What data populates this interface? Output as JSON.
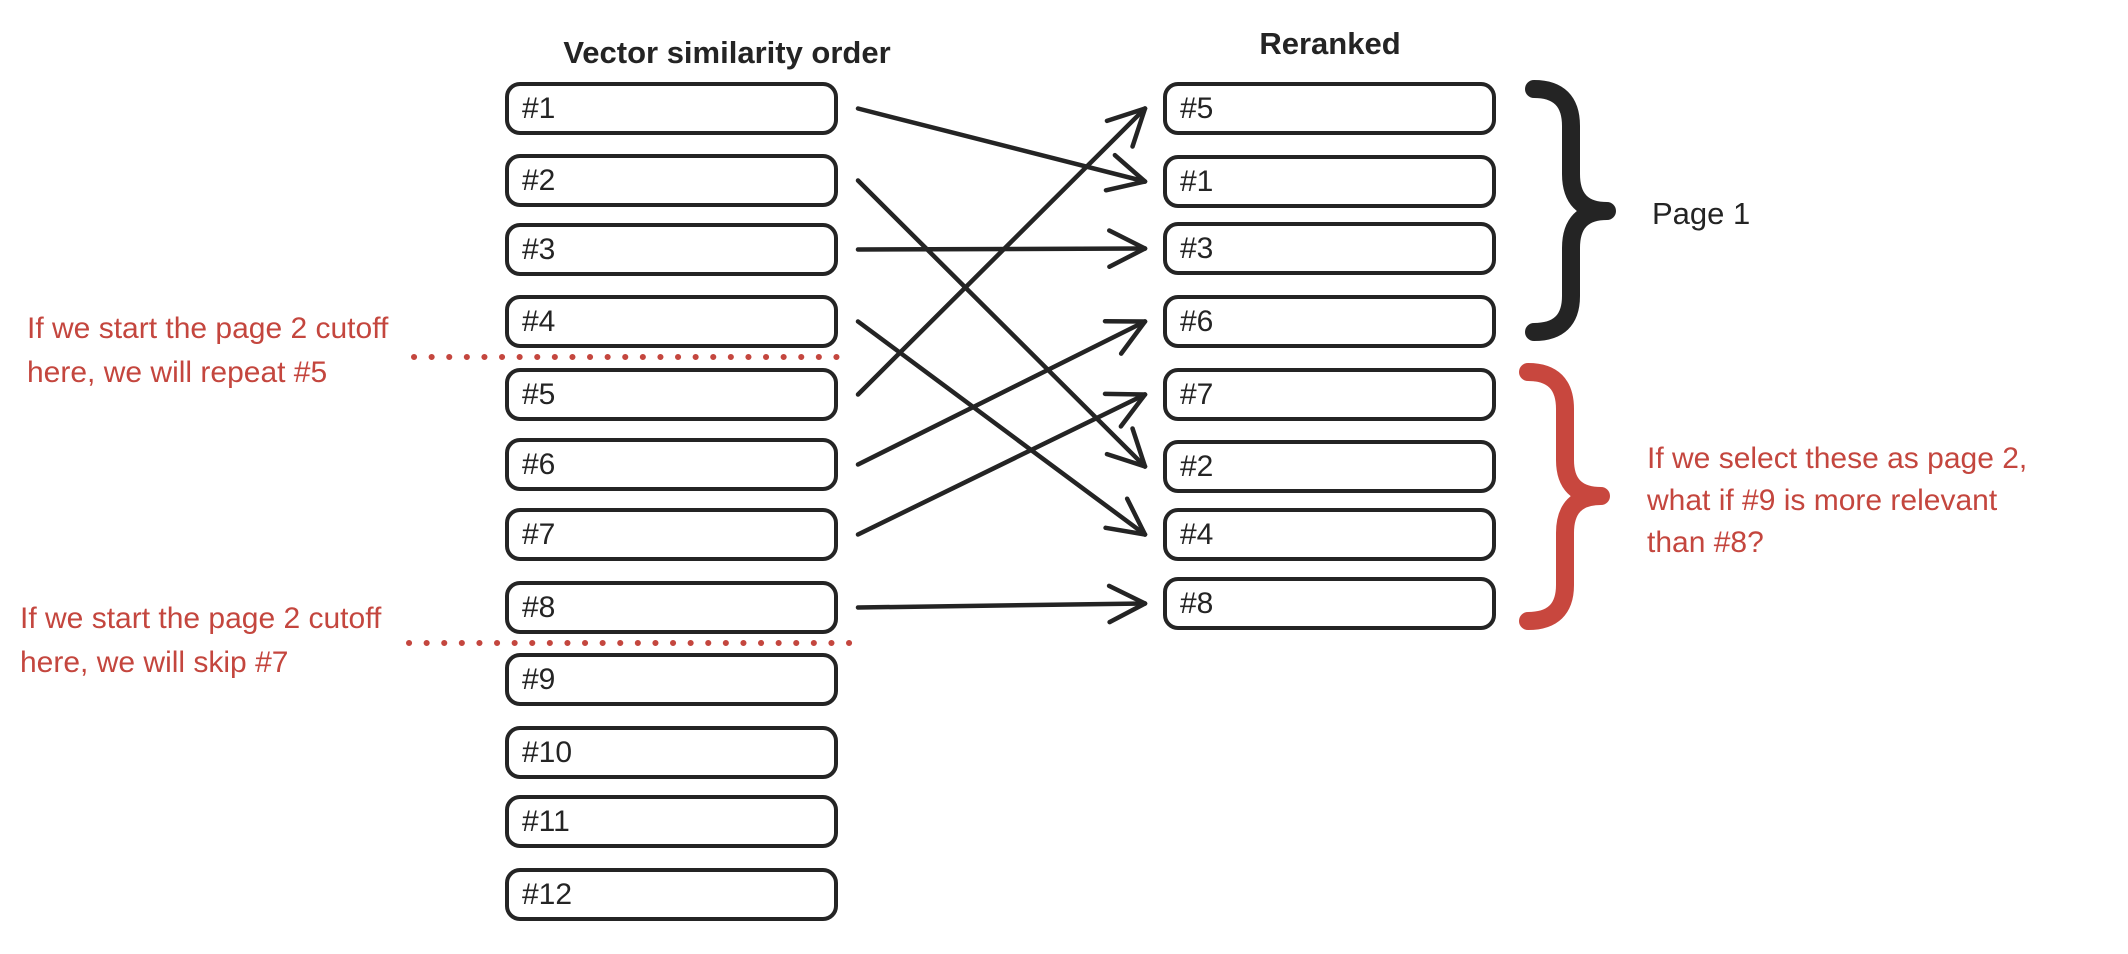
{
  "left_column": {
    "title": "Vector similarity order",
    "items": [
      "#1",
      "#2",
      "#3",
      "#4",
      "#5",
      "#6",
      "#7",
      "#8",
      "#9",
      "#10",
      "#11",
      "#12"
    ]
  },
  "right_column": {
    "title": "Reranked",
    "items": [
      "#5",
      "#1",
      "#3",
      "#6",
      "#7",
      "#2",
      "#4",
      "#8"
    ]
  },
  "arrows": [
    {
      "from": 0,
      "to": 1
    },
    {
      "from": 1,
      "to": 5
    },
    {
      "from": 2,
      "to": 2
    },
    {
      "from": 3,
      "to": 6
    },
    {
      "from": 4,
      "to": 0
    },
    {
      "from": 5,
      "to": 3
    },
    {
      "from": 6,
      "to": 4
    },
    {
      "from": 7,
      "to": 7
    }
  ],
  "annotations": {
    "cutoff_top": {
      "line1": "If we start the page 2 cutoff",
      "line2": "here, we will repeat #5"
    },
    "cutoff_bottom": {
      "line1": "If we start the page 2 cutoff",
      "line2": "here, we will skip #7"
    },
    "page1_label": "Page 1",
    "page2_question": {
      "line1": "If we select these as page 2,",
      "line2": "what if #9 is more relevant",
      "line3": "than #8?"
    }
  },
  "colors": {
    "ink": "#242424",
    "accent_red": "#c4463e"
  }
}
